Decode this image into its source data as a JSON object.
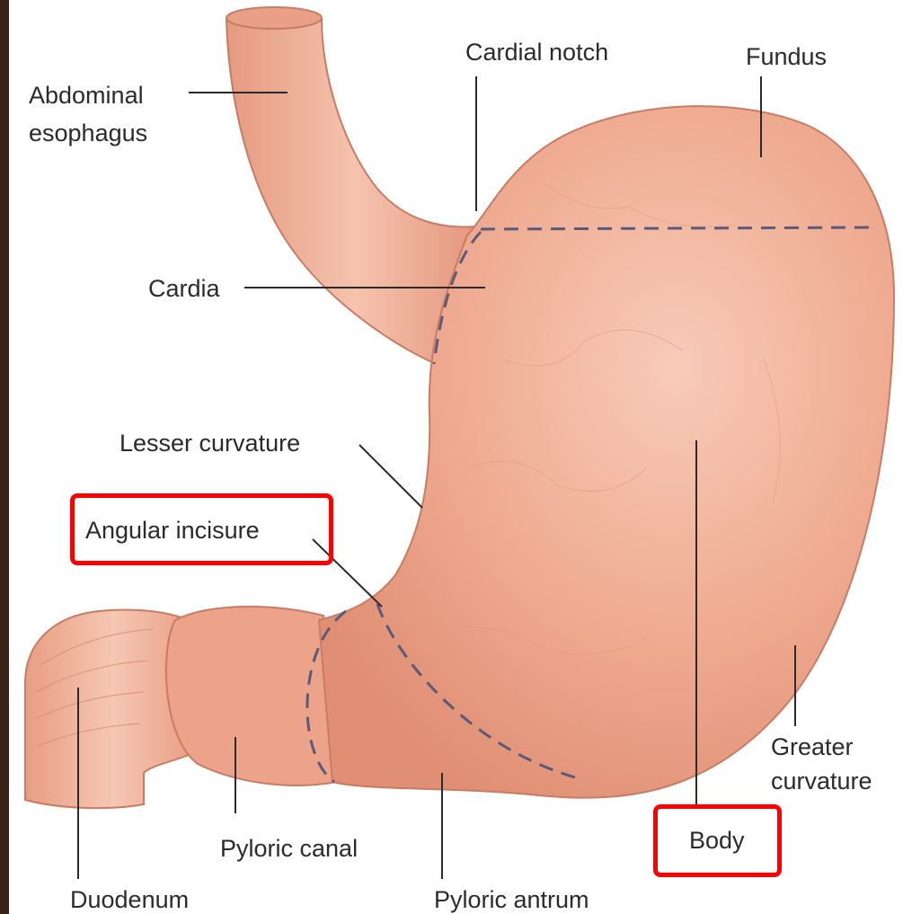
{
  "labels": {
    "abdominal_esophagus_line1": "Abdominal",
    "abdominal_esophagus_line2": "esophagus",
    "cardial_notch": "Cardial notch",
    "fundus": "Fundus",
    "cardia": "Cardia",
    "lesser_curvature": "Lesser curvature",
    "angular_incisure": "Angular incisure",
    "greater_curvature_line1": "Greater",
    "greater_curvature_line2": "curvature",
    "body": "Body",
    "pyloric_canal": "Pyloric canal",
    "duodenum": "Duodenum",
    "pyloric_antrum": "Pyloric antrum"
  },
  "colors": {
    "background_frame": "#3a2418",
    "organ_fill": "#eda389",
    "organ_highlight": "#f6c2ad",
    "organ_outline": "#c97b63",
    "dashed_region": "#5a5a7a",
    "leader_line": "#2b2b2b",
    "highlight_box": "#ff0000"
  },
  "highlighted": [
    "Angular incisure",
    "Body"
  ]
}
